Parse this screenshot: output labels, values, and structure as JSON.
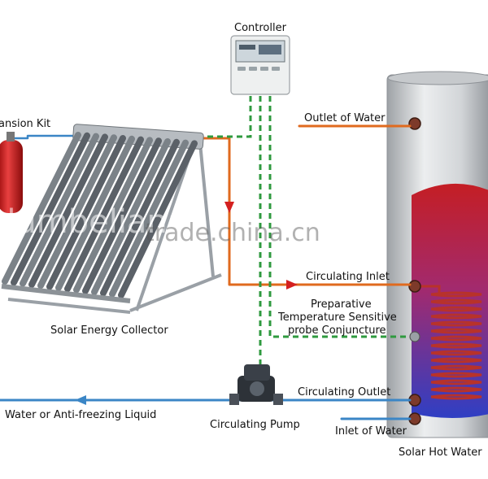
{
  "labels": {
    "controller": "Controller",
    "expansion_kit": "ansion Kit",
    "outlet_of_water": "Outlet of Water",
    "circulating_inlet": "Circulating Inlet",
    "sensor_line1": "Preparative",
    "sensor_line2": "Temperature Sensitive",
    "sensor_line3": "probe Conjuncture",
    "solar_collector": "Solar Energy Collector",
    "circulating_outlet": "Circulating Outlet",
    "water_or_antifreeze": "Water or Anti-freezing Liquid",
    "circulating_pump": "Circulating Pump",
    "inlet_of_water": "Inlet of Water",
    "tank": "Solar Hot Water"
  },
  "watermark": {
    "brand": "trade.china.cn",
    "overlay": "dumbelianaben"
  },
  "colors": {
    "pipe_hot": "#e06a1e",
    "pipe_cold": "#3b86c6",
    "sensor_wire": "#2f9a3f",
    "arrow_red": "#d42020",
    "tank_body": "#d4d6d8",
    "tank_coil": "#b8322a"
  }
}
